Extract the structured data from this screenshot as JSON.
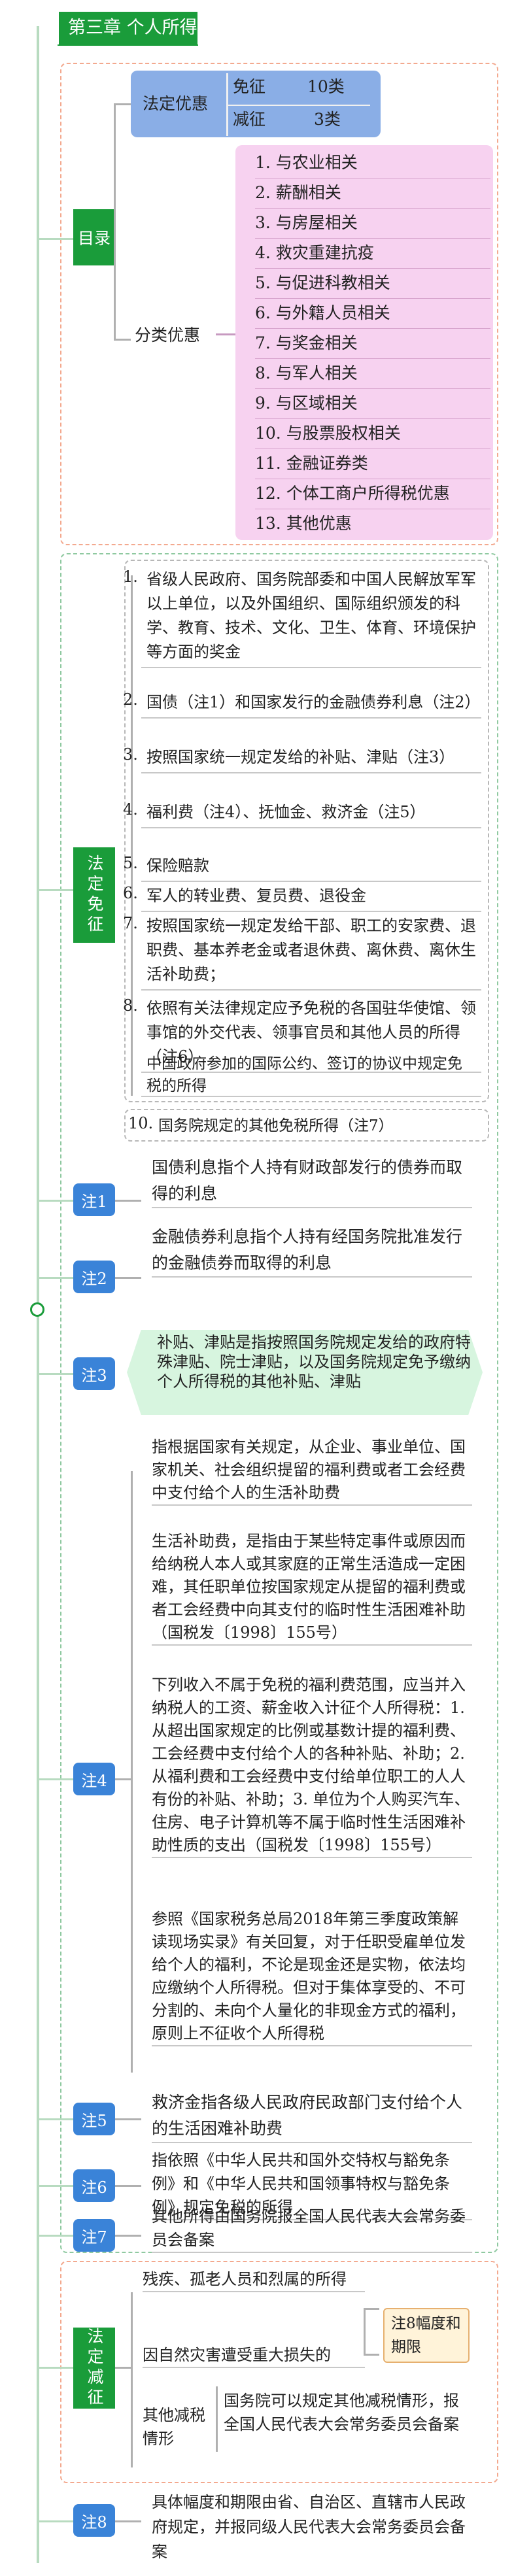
{
  "title": "第三章  个人所得税税收优惠",
  "catalog": {
    "tag": "目录",
    "youhui_label": "法定优惠",
    "mianzheng": "免征",
    "mianzheng_count": "10类",
    "jianzheng": "减征",
    "jianzheng_count": "3类",
    "fenlei_label": "分类优惠",
    "items": [
      "1. 与农业相关",
      "2. 薪酬相关",
      "3. 与房屋相关",
      "4. 救灾重建抗疫",
      "5. 与促进科教相关",
      "6. 与外籍人员相关",
      "7. 与奖金相关",
      "8. 与军人相关",
      "9. 与区域相关",
      "10. 与股票股权相关",
      "11. 金融证券类",
      "12. 个体工商户所得税优惠",
      "13. 其他优惠"
    ]
  },
  "mianzheng_section": {
    "tag": "法定免征",
    "items": [
      {
        "num": "1.",
        "text": "省级人民政府、国务院部委和中国人民解放军军以上单位，以及外国组织、国际组织颁发的科学、教育、技术、文化、卫生、体育、环境保护等方面的奖金"
      },
      {
        "num": "2.",
        "text": "国债（注1）和国家发行的金融债券利息（注2）"
      },
      {
        "num": "3.",
        "text": "按照国家统一规定发给的补贴、津贴（注3）"
      },
      {
        "num": "4.",
        "text": "福利费（注4）、抚恤金、救济金（注5）"
      },
      {
        "num": "5.",
        "text": "保险赔款"
      },
      {
        "num": "6.",
        "text": "军人的转业费、复员费、退役金"
      },
      {
        "num": "7.",
        "text": "按照国家统一规定发给干部、职工的安家费、退职费、基本养老金或者退休费、离休费、离休生活补助费；"
      },
      {
        "num": "8.",
        "text": "依照有关法律规定应予免税的各国驻华使馆、领事馆的外交代表、领事官员和其他人员的所得（注6）"
      },
      {
        "num": "9.",
        "text": "中国政府参加的国际公约、签订的协议中规定免税的所得"
      },
      {
        "num": "10.",
        "text": "国务院规定的其他免税所得（注7）"
      }
    ]
  },
  "notes": {
    "n1_tag": "注1",
    "n1": "国债利息指个人持有财政部发行的债券而取得的利息",
    "n2_tag": "注2",
    "n2": "金融债券利息指个人持有经国务院批准发行的金融债券而取得的利息",
    "n3_tag": "注3",
    "n3": "补贴、津贴是指按照国务院规定发给的政府特殊津贴、院士津贴，以及国务院规定免予缴纳个人所得税的其他补贴、津贴",
    "n4_tag": "注4",
    "n4_a": "指根据国家有关规定，从企业、事业单位、国家机关、社会组织提留的福利费或者工会经费中支付给个人的生活补助费",
    "n4_b": "生活补助费，是指由于某些特定事件或原因而给纳税人本人或其家庭的正常生活造成一定困难，其任职单位按国家规定从提留的福利费或者工会经费中向其支付的临时性生活困难补助（国税发〔1998〕155号）",
    "n4_c": "下列收入不属于免税的福利费范围，应当并入纳税人的工资、薪金收入计征个人所得税：1. 从超出国家规定的比例或基数计提的福利费、工会经费中支付给个人的各种补贴、补助；2. 从福利费和工会经费中支付给单位职工的人人有份的补贴、补助；3. 单位为个人购买汽车、住房、电子计算机等不属于临时性生活困难补助性质的支出（国税发〔1998〕155号）",
    "n4_d": "参照《国家税务总局2018年第三季度政策解读现场实录》有关回复，对于任职受雇单位发给个人的福利，不论是现金还是实物，依法均应缴纳个人所得税。但对于集体享受的、不可分割的、未向个人量化的非现金方式的福利，原则上不征收个人所得税",
    "n5_tag": "注5",
    "n5": "救济金指各级人民政府民政部门支付给个人的生活困难补助费",
    "n6_tag": "注6",
    "n6": "指依照《中华人民共和国外交特权与豁免条例》和《中华人民共和国领事特权与豁免条例》规定免税的所得",
    "n7_tag": "注7",
    "n7": "其他所得由国务院报全国人民代表大会常务委员会备案"
  },
  "jianzheng_section": {
    "tag": "法定减征",
    "item1": "残疾、孤老人员和烈属的所得",
    "item2": "因自然灾害遭受重大损失的",
    "side_note": "注8幅度和期限",
    "item3_label": "其他减税情形",
    "item3_text": "国务院可以规定其他减税情形，报全国人民代表大会常务委员会备案",
    "n8_tag": "注8",
    "n8": "具体幅度和期限由省、自治区、直辖市人民政府规定，并报同级人民代表大会常务委员会备案"
  }
}
